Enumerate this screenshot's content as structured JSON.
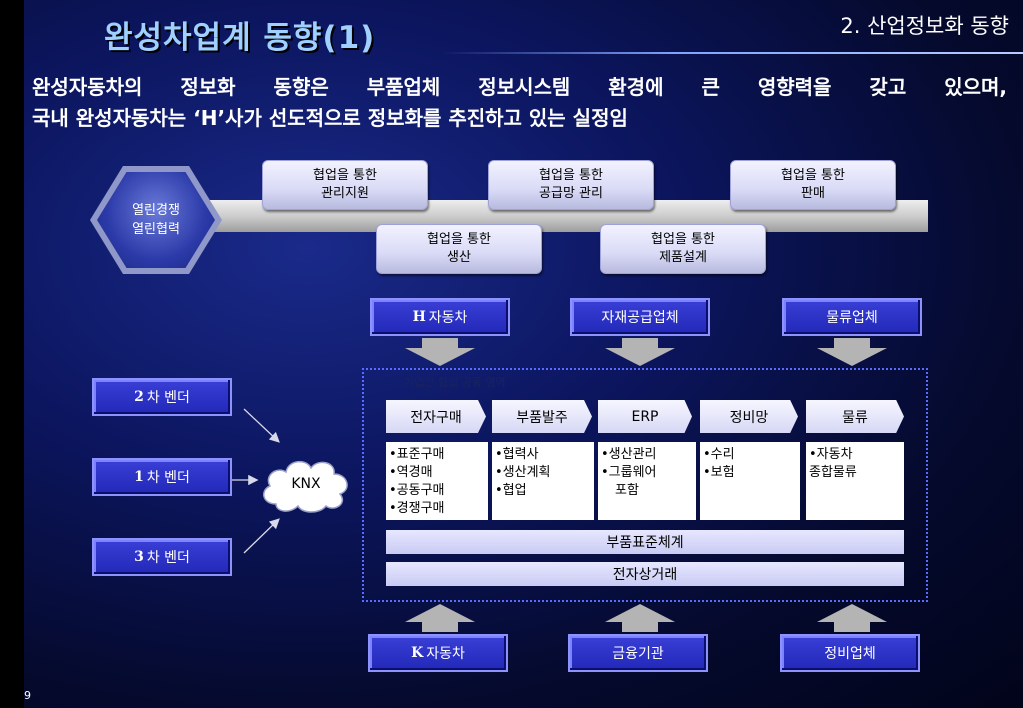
{
  "header": {
    "title": "완성차업계 동향(1)",
    "section": "2. 산업정보화 동향"
  },
  "subtitle": {
    "line1": "완성자동차의 정보화 동향은 부품업체 정보시스템 환경에 큰 영향력을 갖고 있으며,",
    "line2": "국내 완성자동차는 ‘H’사가 선도적으로 정보화를 추진하고 있는 실정임"
  },
  "hexagon": {
    "line1": "열린경쟁",
    "line2": "열린협력"
  },
  "collab_boxes": {
    "mgmt": {
      "line1": "협업을 통한",
      "line2": "관리지원"
    },
    "supply": {
      "line1": "협업을 통한",
      "line2": "공급망 관리"
    },
    "sales": {
      "line1": "협업을 통한",
      "line2": "판매"
    },
    "production": {
      "line1": "협업을 통한",
      "line2": "생산"
    },
    "design": {
      "line1": "협업을 통한",
      "line2": "제품설계"
    }
  },
  "top_entities": {
    "h_motor": {
      "letter": "H",
      "text": "자동차"
    },
    "supplier": "자재공급업체",
    "logistics": "물류업체"
  },
  "vendors": {
    "second": {
      "num": "2",
      "text": "차 벤더"
    },
    "first": {
      "num": "1",
      "text": "차 벤더"
    },
    "third": {
      "num": "3",
      "text": "차 벤더"
    }
  },
  "knx": "KNX",
  "panel": {
    "caption": "기업간 협업 공동 영역",
    "chevrons": [
      "전자구매",
      "부품발주",
      "ERP",
      "정비망",
      "물류"
    ],
    "cells": {
      "purchase": [
        "•표준구매",
        "•역경매",
        "•공동구매",
        "•경쟁구매"
      ],
      "order": [
        "•협력사",
        "•생산계획",
        "•협업"
      ],
      "erp": [
        "•생산관리",
        "•그룹웨어",
        "  포함"
      ],
      "service": [
        "•수리",
        "•보험"
      ],
      "logistics": [
        "•자동차",
        "종합물류"
      ]
    },
    "band1": "부품표준체계",
    "band2": "전자상거래"
  },
  "bottom_entities": {
    "k_motor": {
      "letter": "K",
      "text": "자동차"
    },
    "finance": "금융기관",
    "maintenance": "정비업체"
  },
  "page_number": "9",
  "colors": {
    "title": "#9fd0ff",
    "blue_box": "#2228b8",
    "collab_box": "#d9daf6",
    "panel_border": "#5a6cff"
  }
}
